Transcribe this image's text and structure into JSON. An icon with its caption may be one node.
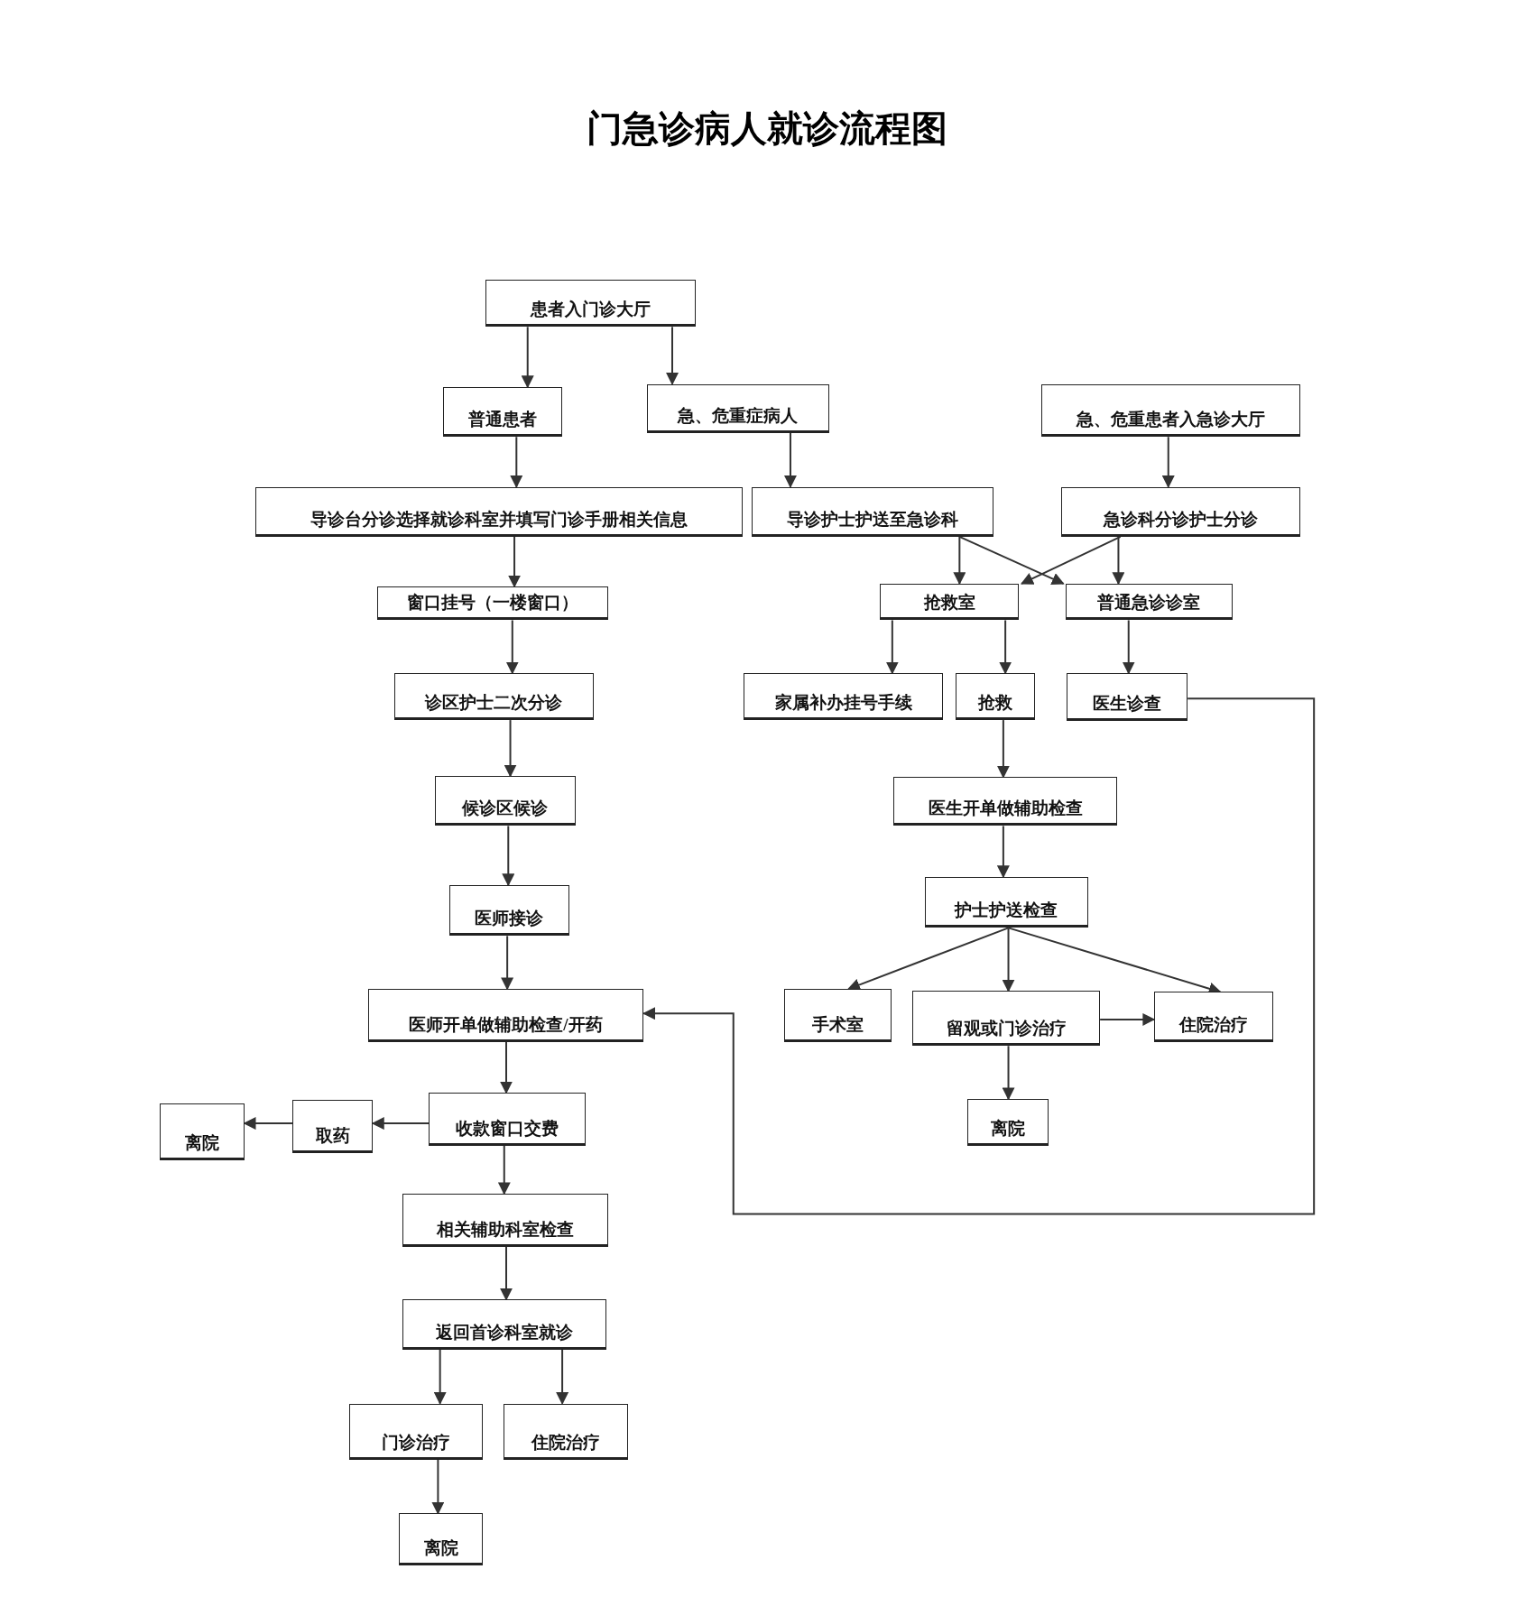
{
  "diagram": {
    "title": "门急诊病人就诊流程图",
    "nodes": [
      {
        "text": [
          "患者入门诊大厅"
        ]
      },
      {
        "text": [
          "普通患者"
        ]
      },
      {
        "text": [
          "急、危重症病人"
        ]
      },
      {
        "text": [
          "急、危重患者入急诊大厅"
        ]
      },
      {
        "text": [
          "导诊台分诊选择就诊科室并填写门诊手册相关信息"
        ]
      },
      {
        "text": [
          "导诊护士护送至急诊科"
        ]
      },
      {
        "text": [
          "急诊科分诊护士分诊"
        ]
      },
      {
        "text": [
          "窗口挂号（一楼窗口）"
        ]
      },
      {
        "text": [
          "抢救室"
        ]
      },
      {
        "text": [
          "普通急诊诊室"
        ]
      },
      {
        "text": [
          "诊区护士二次分诊"
        ]
      },
      {
        "text": [
          "家属补办挂号手续"
        ]
      },
      {
        "text": [
          "抢救"
        ]
      },
      {
        "text": [
          "医生诊查"
        ]
      },
      {
        "text": [
          "候诊区候诊"
        ]
      },
      {
        "text": [
          "医生开单做辅助检查"
        ]
      },
      {
        "text": [
          "医师接诊"
        ]
      },
      {
        "text": [
          "护士护送检查"
        ]
      },
      {
        "text": [
          "医师开单做辅助检查/开药"
        ]
      },
      {
        "text": [
          "手术室"
        ]
      },
      {
        "text": [
          "留观或门诊治疗"
        ]
      },
      {
        "text": [
          "住院治疗"
        ]
      },
      {
        "text": [
          "离院"
        ]
      },
      {
        "text": [
          "取药"
        ]
      },
      {
        "text": [
          "收款窗口交费"
        ]
      },
      {
        "text": [
          "离院"
        ]
      },
      {
        "text": [
          "相关辅助科室检查"
        ]
      },
      {
        "text": [
          "返回首诊科室就诊"
        ]
      },
      {
        "text": [
          "门诊治疗"
        ]
      },
      {
        "text": [
          "住院治疗"
        ]
      },
      {
        "text": [
          "离院"
        ]
      }
    ],
    "edges": [
      {
        "from": 0,
        "to": 1,
        "arrow": "to"
      },
      {
        "from": 0,
        "to": 2,
        "arrow": "to"
      },
      {
        "from": 1,
        "to": 4,
        "arrow": "to"
      },
      {
        "from": 2,
        "to": 5,
        "arrow": "to"
      },
      {
        "from": 3,
        "to": 6,
        "arrow": "to"
      },
      {
        "from": 4,
        "to": 7,
        "arrow": "to"
      },
      {
        "from": 5,
        "to": 8,
        "arrow": "to"
      },
      {
        "from": 5,
        "to": 9,
        "arrow": "to"
      },
      {
        "from": 6,
        "to": 8,
        "arrow": "to"
      },
      {
        "from": 6,
        "to": 9,
        "arrow": "to"
      },
      {
        "from": 7,
        "to": 10,
        "arrow": "to"
      },
      {
        "from": 8,
        "to": 11,
        "arrow": "to"
      },
      {
        "from": 8,
        "to": 12,
        "arrow": "to"
      },
      {
        "from": 9,
        "to": 13,
        "arrow": "to"
      },
      {
        "from": 10,
        "to": 14,
        "arrow": "to"
      },
      {
        "from": 12,
        "to": 15,
        "arrow": "to"
      },
      {
        "from": 13,
        "to": 18,
        "arrow": "to"
      },
      {
        "from": 14,
        "to": 16,
        "arrow": "to"
      },
      {
        "from": 15,
        "to": 17,
        "arrow": "to"
      },
      {
        "from": 16,
        "to": 18,
        "arrow": "to"
      },
      {
        "from": 17,
        "to": 19,
        "arrow": "to"
      },
      {
        "from": 17,
        "to": 20,
        "arrow": "to"
      },
      {
        "from": 17,
        "to": 21,
        "arrow": "to"
      },
      {
        "from": 20,
        "to": 21,
        "arrow": "to"
      },
      {
        "from": 20,
        "to": 25,
        "arrow": "to"
      },
      {
        "from": 18,
        "to": 24,
        "arrow": "to"
      },
      {
        "from": 24,
        "to": 23,
        "arrow": "to"
      },
      {
        "from": 23,
        "to": 22,
        "arrow": "to"
      },
      {
        "from": 24,
        "to": 26,
        "arrow": "to"
      },
      {
        "from": 26,
        "to": 27,
        "arrow": "to"
      },
      {
        "from": 27,
        "to": 28,
        "arrow": "to"
      },
      {
        "from": 27,
        "to": 29,
        "arrow": "to"
      },
      {
        "from": 28,
        "to": 30,
        "arrow": "to"
      }
    ]
  }
}
